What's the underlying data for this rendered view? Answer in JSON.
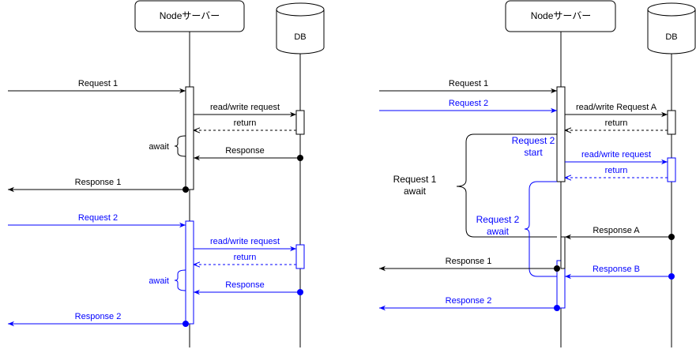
{
  "colors": {
    "black": "#000000",
    "blue": "#0000ff"
  },
  "left": {
    "node_label": "Nodeサーバー",
    "db_label": "DB",
    "request1": "Request 1",
    "rw_request_1": "read/write request",
    "return_1": "return",
    "await_1": "await",
    "response_db_1": "Response",
    "response1": "Response 1",
    "request2": "Request 2",
    "rw_request_2": "read/write request",
    "return_2": "return",
    "await_2": "await",
    "response_db_2": "Response",
    "response2": "Response 2"
  },
  "right": {
    "node_label": "Nodeサーバー",
    "db_label": "DB",
    "request1": "Request 1",
    "request2": "Request 2",
    "rw_request_a": "read/write Request A",
    "return_a": "return",
    "req2_start_1": "Request 2",
    "req2_start_2": "start",
    "rw_request_b": "read/write request",
    "return_b": "return",
    "req1_await_1": "Request 1",
    "req1_await_2": "await",
    "req2_await_1": "Request 2",
    "req2_await_2": "await",
    "response_a": "Response A",
    "response1": "Response 1",
    "response_b": "Response B",
    "response2": "Response 2"
  }
}
